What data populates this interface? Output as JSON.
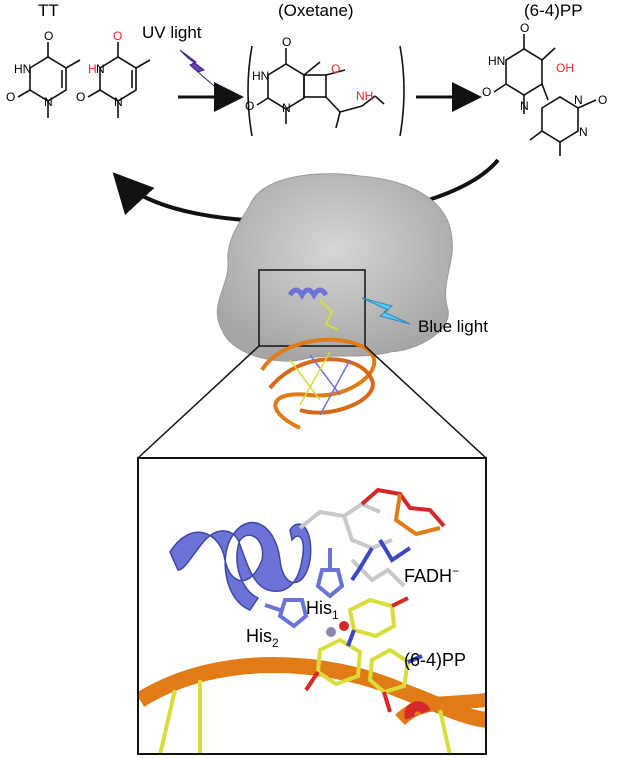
{
  "labels": {
    "tt": "TT",
    "uv_light": "UV light",
    "oxetane": "(Oxetane)",
    "pp64_top": "(6-4)PP",
    "blue_light": "Blue light",
    "fadh": "FADH",
    "fadh_sup": "−",
    "his1": "His",
    "his1_sub": "1",
    "his2": "His",
    "his2_sub": "2",
    "pp64_inset": "(6-4)PP"
  },
  "atoms": {
    "o": "O",
    "n": "N",
    "hn": "HN",
    "h": "H",
    "nh": "NH",
    "oh": "OH"
  },
  "colors": {
    "protein": "#b9b9b9",
    "helix": "#6b74d6",
    "dna": "#e07b16",
    "ligand": "#d8dd3a",
    "red_atom": "#ff2020",
    "blue_bolt": "#58c8f5",
    "uv_bolt": "#6a3fb5"
  }
}
